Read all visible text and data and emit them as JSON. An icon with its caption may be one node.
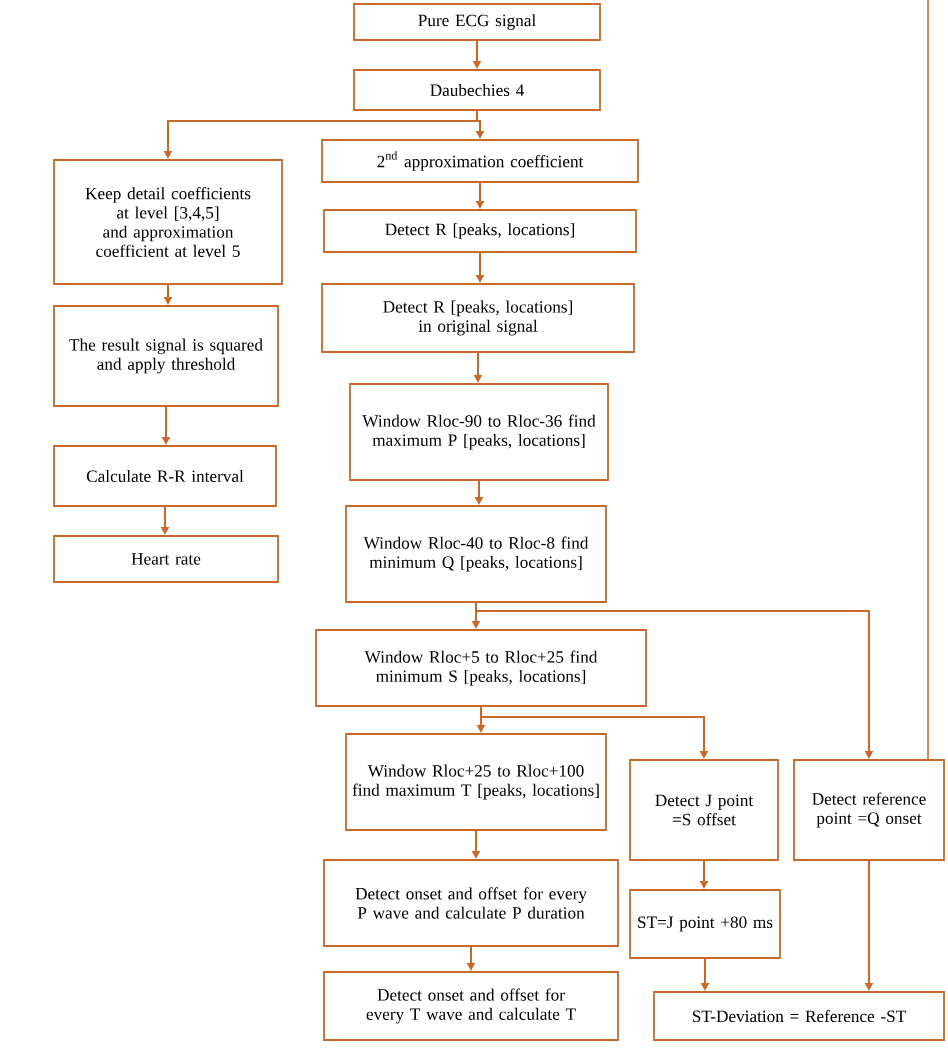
{
  "diagram": {
    "nodes": [
      {
        "text": [
          "Pure ECG signal"
        ]
      },
      {
        "text": [
          "Daubechies 4"
        ]
      },
      {
        "text": [
          "Keep detail coefficients at level [3,4,5] and approximation coefficient at level 5"
        ]
      },
      {
        "text": [
          "2$^{nd}$ approximation coefficient"
        ]
      },
      {
        "text": [
          "Detect R [peaks, locations]"
        ]
      },
      {
        "text": [
          "Detect R [peaks, locations] in original signal"
        ]
      },
      {
        "text": [
          "The result signal is squared and apply threshold"
        ]
      },
      {
        "text": [
          "Window Rloc-90 to Rloc-36 find maximum P [peaks, locations]"
        ]
      },
      {
        "text": [
          "Calculate R-R interval"
        ]
      },
      {
        "text": [
          "Heart rate"
        ]
      },
      {
        "text": [
          "Window Rloc-40 to Rloc-8 find minimum Q [peaks, locations]"
        ]
      },
      {
        "text": [
          "Window Rloc+5 to Rloc+25 find minimum S [peaks, locations]"
        ]
      },
      {
        "text": [
          "Window Rloc+25 to Rloc+100 find maximum T [peaks, locations]"
        ]
      },
      {
        "text": [
          "Detect J point =S offset"
        ]
      },
      {
        "text": [
          "Detect reference point =Q onset"
        ]
      },
      {
        "text": [
          "Detect onset and offset for every P wave and calculate P duration"
        ]
      },
      {
        "text": [
          "ST=J point +80 ms"
        ]
      },
      {
        "text": [
          "Detect onset and offset for every T wave and calculate T"
        ]
      },
      {
        "text": [
          "ST-Deviation = Reference -ST"
        ]
      }
    ],
    "edges": [
      {
        "from": 0,
        "to": 1,
        "arrow": "to"
      },
      {
        "from": 1,
        "to": 2,
        "arrow": "to"
      },
      {
        "from": 1,
        "to": 3,
        "arrow": "to"
      },
      {
        "from": 3,
        "to": 4,
        "arrow": "to"
      },
      {
        "from": 4,
        "to": 5,
        "arrow": "to"
      },
      {
        "from": 2,
        "to": 6,
        "arrow": "to"
      },
      {
        "from": 5,
        "to": 7,
        "arrow": "to"
      },
      {
        "from": 6,
        "to": 8,
        "arrow": "to"
      },
      {
        "from": 8,
        "to": 9,
        "arrow": "to"
      },
      {
        "from": 7,
        "to": 10,
        "arrow": "to"
      },
      {
        "from": 10,
        "to": 11,
        "arrow": "to"
      },
      {
        "from": 10,
        "to": 14,
        "arrow": "to"
      },
      {
        "from": 11,
        "to": 12,
        "arrow": "to"
      },
      {
        "from": 11,
        "to": 13,
        "arrow": "to"
      },
      {
        "from": 12,
        "to": 15,
        "arrow": "to"
      },
      {
        "from": 15,
        "to": 17,
        "arrow": "to"
      },
      {
        "from": 13,
        "to": 16,
        "arrow": "to"
      },
      {
        "from": 16,
        "to": 18,
        "arrow": "to"
      },
      {
        "from": 14,
        "to": 18,
        "arrow": "to"
      }
    ]
  }
}
